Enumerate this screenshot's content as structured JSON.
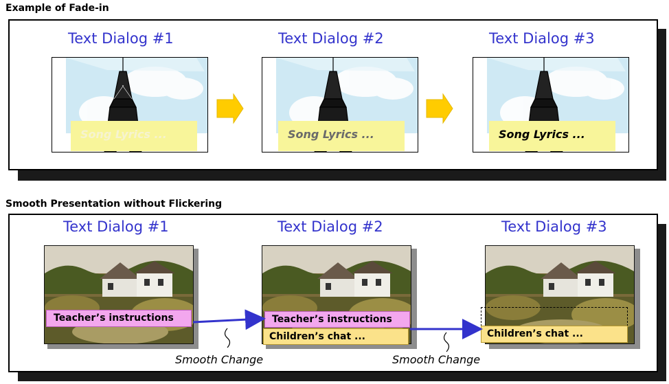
{
  "section1": {
    "title": "Example of Fade-in",
    "dialogs": [
      {
        "label": "Text Dialog #1",
        "lyrics": "Song Lyrics ...",
        "lyrics_color": "#f6f3d0"
      },
      {
        "label": "Text Dialog #2",
        "lyrics": "Song Lyrics ...",
        "lyrics_color": "#6a6a6a"
      },
      {
        "label": "Text Dialog #3",
        "lyrics": "Song Lyrics ...",
        "lyrics_color": "#000000"
      }
    ]
  },
  "section2": {
    "title": "Smooth Presentation without Flickering",
    "dialogs": [
      {
        "label": "Text Dialog #1",
        "caption_pink": "Teacher’s instructions"
      },
      {
        "label": "Text Dialog #2",
        "caption_pink": "Teacher’s instructions",
        "caption_yellow": "Children’s chat ..."
      },
      {
        "label": "Text Dialog #3",
        "caption_yellow": "Children’s chat ..."
      }
    ],
    "transition_labels": [
      "Smooth Change",
      "Smooth Change"
    ]
  },
  "colors": {
    "dialog_label": "#3333cc",
    "fade_arrow": "#ffcc00",
    "flow_arrow": "#3333cc",
    "lyrics_bg": "#f8f59a",
    "caption_pink_bg": "#f3a7ee",
    "caption_yellow_bg": "#fbe28a",
    "sky": "#cfe9f4"
  },
  "icons": [
    "eiffel-tower-icon",
    "cloud-icon",
    "countryside-house-image",
    "right-arrow-icon",
    "squiggle-connector-icon"
  ]
}
